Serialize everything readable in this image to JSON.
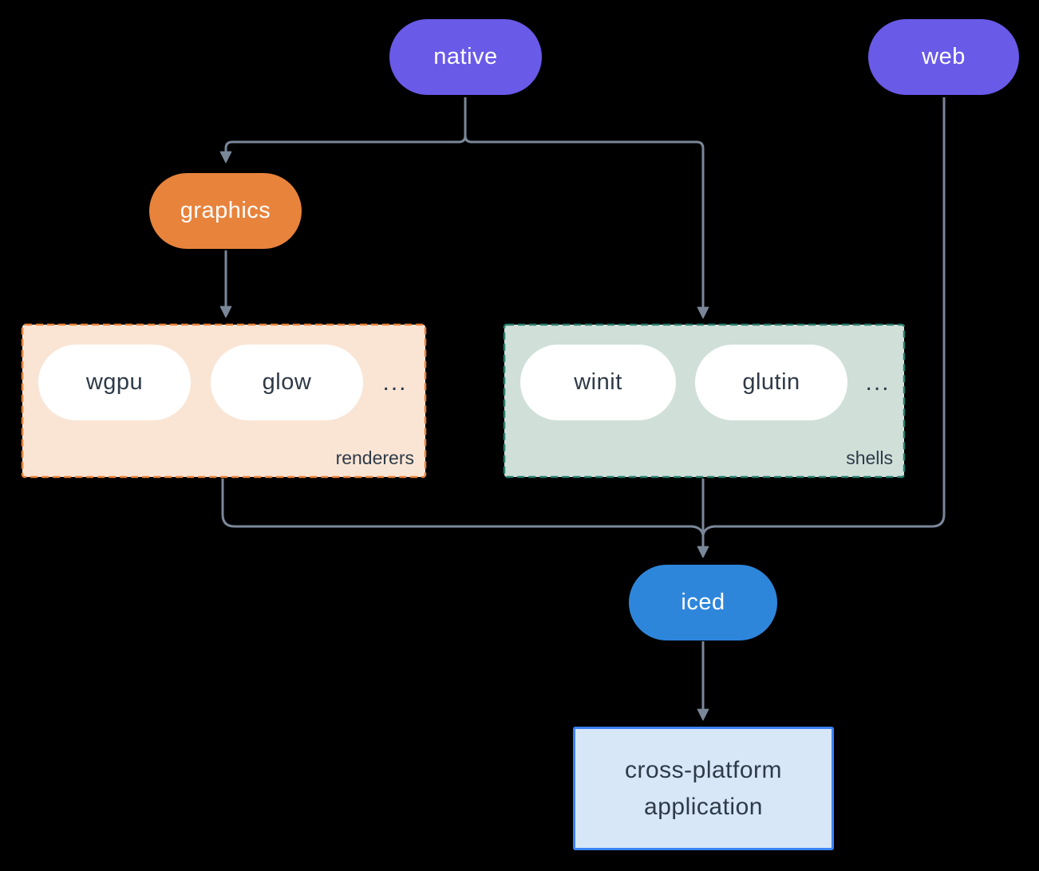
{
  "colors": {
    "bg": "#000000",
    "line": "#7A8799",
    "purple": "#695AE8",
    "orange": "#E8833C",
    "blue": "#2E86DB",
    "white-pill": "#FFFFFF",
    "dark-text": "#2E3A47",
    "renderers-fill": "#FAE5D5",
    "renderers-border": "#E8833C",
    "shells-fill": "#D0E0D9",
    "shells-border": "#2A7D6C",
    "app-fill": "#D7E7F8",
    "app-border": "#3B82F6"
  },
  "nodes": {
    "native": {
      "label": "native"
    },
    "web": {
      "label": "web"
    },
    "graphics": {
      "label": "graphics"
    },
    "wgpu": {
      "label": "wgpu"
    },
    "glow": {
      "label": "glow"
    },
    "winit": {
      "label": "winit"
    },
    "glutin": {
      "label": "glutin"
    },
    "iced": {
      "label": "iced"
    },
    "app": {
      "line1": "cross-platform",
      "line2": "application"
    }
  },
  "groups": {
    "renderers": {
      "label": "renderers",
      "ellipsis": "..."
    },
    "shells": {
      "label": "shells",
      "ellipsis": "..."
    }
  }
}
